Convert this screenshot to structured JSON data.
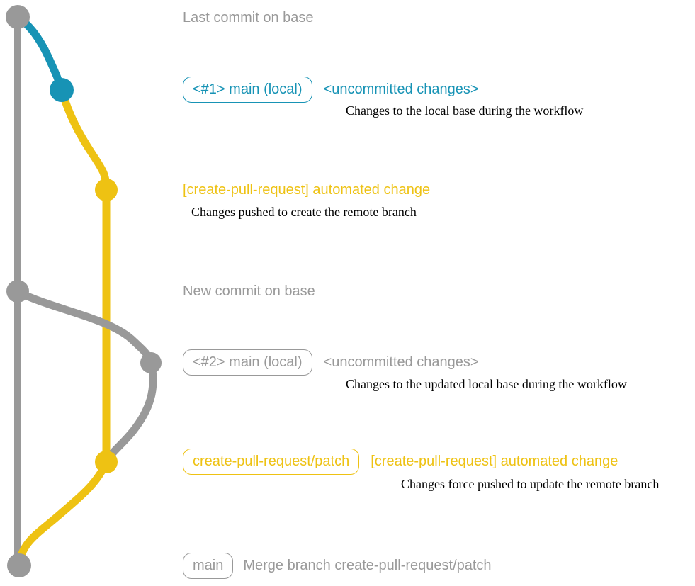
{
  "colors": {
    "gray": "#999999",
    "blue": "#1793b5",
    "yellow": "#eec213",
    "ink": "#000000"
  },
  "rows": {
    "last_commit": {
      "label": "Last commit on base"
    },
    "commit1": {
      "badge": "<#1> main (local)",
      "title": "<uncommitted changes>",
      "subtitle": "Changes to the local base during the workflow"
    },
    "commit2": {
      "title": "[create-pull-request] automated change",
      "subtitle": "Changes pushed to create the remote branch"
    },
    "new_commit": {
      "label": "New commit on base"
    },
    "commit3": {
      "badge": "<#2> main (local)",
      "title": "<uncommitted changes>",
      "subtitle": "Changes to the updated local base during the workflow"
    },
    "commit4": {
      "badge": "create-pull-request/patch",
      "title": "[create-pull-request] automated change",
      "subtitle": "Changes force pushed to update the remote branch"
    },
    "merge": {
      "badge": "main",
      "title": "Merge branch create-pull-request/patch"
    }
  }
}
